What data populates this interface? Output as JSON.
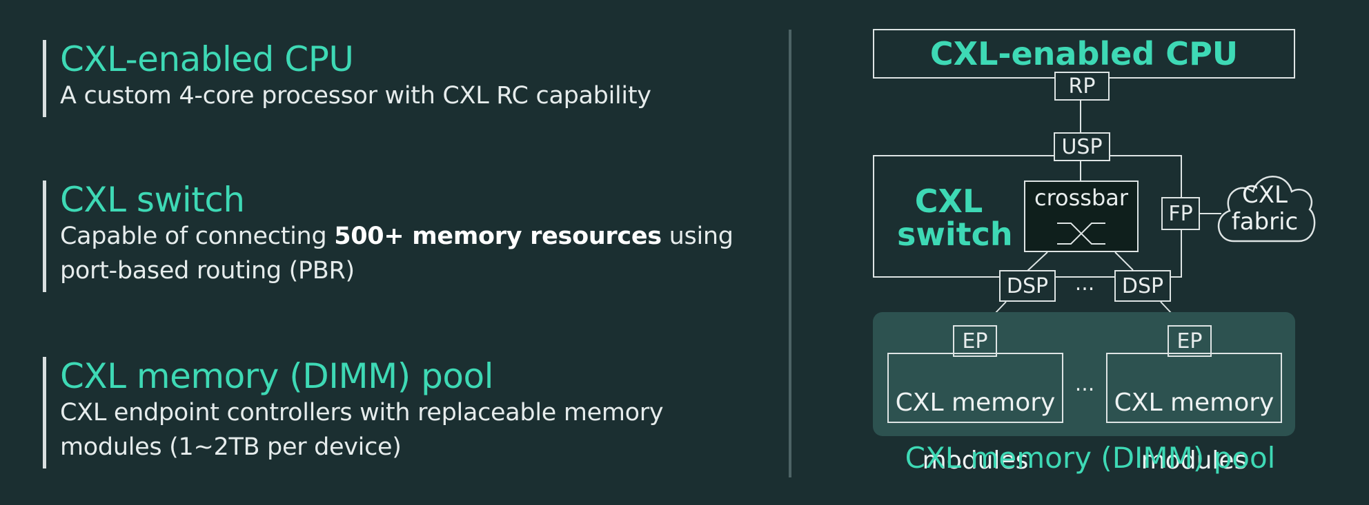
{
  "sections": [
    {
      "title": "CXL-enabled CPU",
      "desc_line1": "A custom 4-core processor with CXL RC capability"
    },
    {
      "title": "CXL switch",
      "desc_pre": "Capable of connecting ",
      "desc_bold": "500+ memory resources",
      "desc_post": " using",
      "desc_line2": "port-based routing (PBR)"
    },
    {
      "title": "CXL memory (DIMM) pool",
      "desc_line1": "CXL endpoint controllers with replaceable memory",
      "desc_line2": "modules (1~2TB per device)"
    }
  ],
  "diagram": {
    "cpu_label": "CXL-enabled CPU",
    "rp": "RP",
    "usp": "USP",
    "switch_line1": "CXL",
    "switch_line2": "switch",
    "crossbar": "crossbar",
    "fp": "FP",
    "fabric_line1": "CXL",
    "fabric_line2": "fabric",
    "dsp_left": "DSP",
    "dsp_right": "DSP",
    "dsp_ellipsis": "...",
    "ep_left": "EP",
    "ep_right": "EP",
    "mem_left_line1": "CXL memory",
    "mem_left_line2": "modules",
    "mem_right_line1": "CXL memory",
    "mem_right_line2": "modules",
    "mem_ellipsis": "...",
    "pool_caption": "CXL memory (DIMM) pool"
  }
}
